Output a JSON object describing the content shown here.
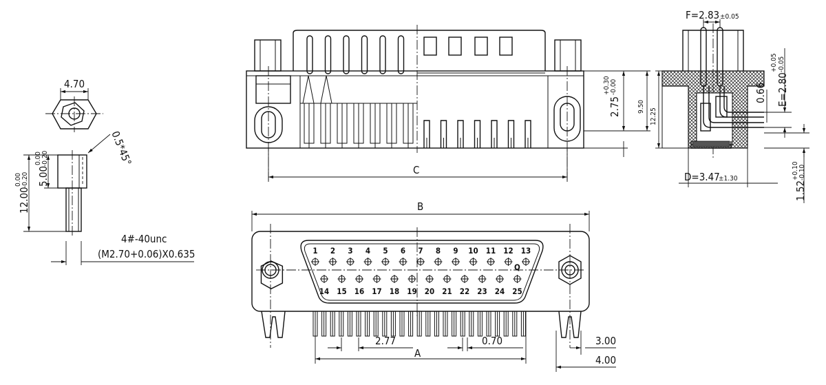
{
  "drawing": {
    "hex_nut_view": {
      "width_label": "4.70",
      "chamfer_label": "0.5*45°",
      "height_label": "5.00",
      "height_tol_upper": "0.00",
      "height_tol_lower": "-0.20",
      "total_label": "12.00",
      "total_tol_upper": "0.00",
      "total_tol_lower": "-0.20",
      "thread_label": "4#-40unc",
      "thread_metric": "(M2.70+0.06)X0.635"
    },
    "front_view": {
      "dim_c": "C",
      "dim_9_50": "9.50",
      "dim_2_75": "2.75",
      "dim_2_75_upper": "+0.30",
      "dim_2_75_lower": "-0.00"
    },
    "side_view": {
      "dim_f": "F=2.83",
      "dim_f_tol": "±0.05",
      "dim_e": "E=2.80",
      "dim_e_upper": "+0.05",
      "dim_e_lower": "-0.05",
      "dim_0_66": "0.66",
      "dim_12_25": "12.25",
      "dim_d": "D=3.47",
      "dim_d_tol": "±1.30",
      "dim_1_52": "1.52",
      "dim_1_52_upper": "+0.10",
      "dim_1_52_lower": "-0.10"
    },
    "bottom_view": {
      "dim_b": "B",
      "dim_a": "A",
      "pitch_label": "2.77",
      "pin_width_label": "0.70",
      "dim_3_00": "3.00",
      "dim_4_00": "4.00",
      "pins_row1": [
        "1",
        "2",
        "3",
        "4",
        "5",
        "6",
        "7",
        "8",
        "9",
        "10",
        "11",
        "12",
        "13"
      ],
      "pins_row2": [
        "14",
        "15",
        "16",
        "17",
        "18",
        "19",
        "20",
        "21",
        "22",
        "23",
        "24",
        "25"
      ]
    }
  }
}
